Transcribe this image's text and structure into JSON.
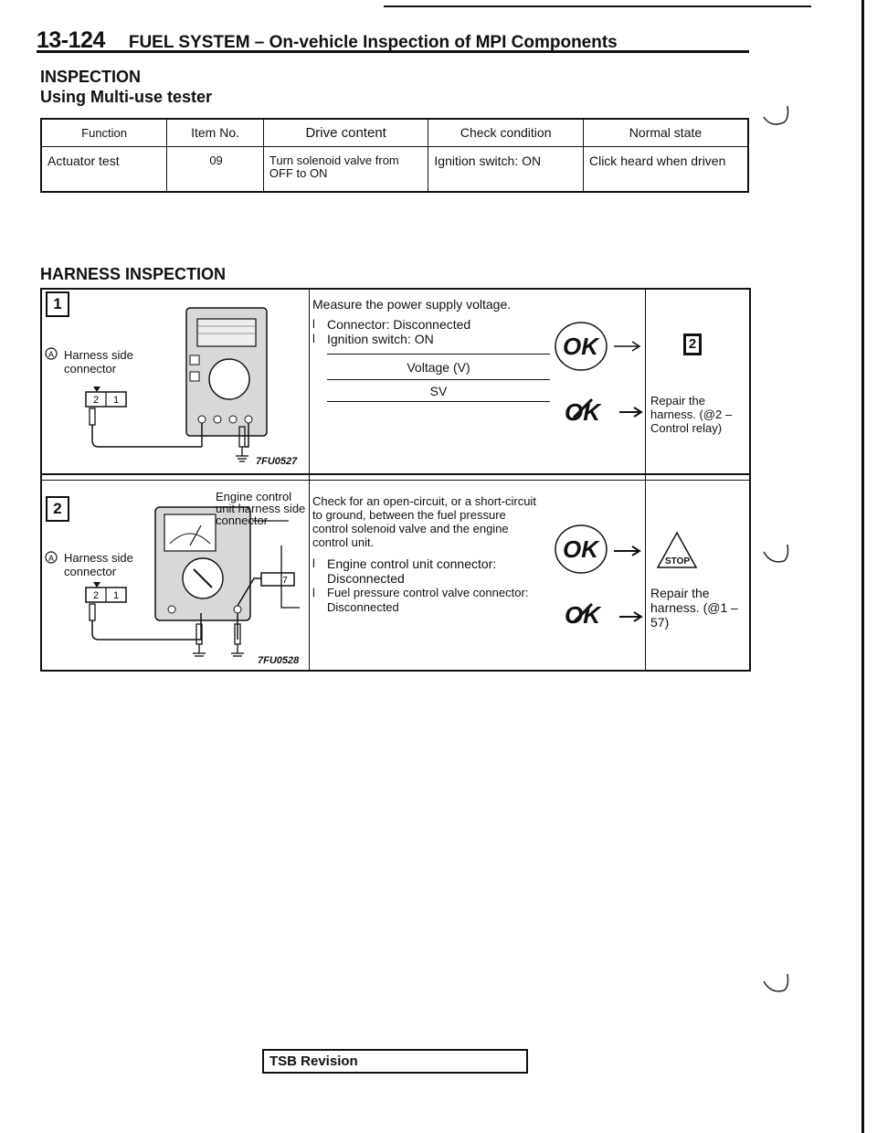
{
  "header": {
    "page_number": "13-124",
    "title": "FUEL SYSTEM – On-vehicle Inspection of MPI Components"
  },
  "section1": {
    "heading": "INSPECTION",
    "subheading": "Using Multi-use tester"
  },
  "function_table": {
    "headers": [
      "Function",
      "Item No.",
      "Drive content",
      "Check condition",
      "Normal state"
    ],
    "rows": [
      [
        "Actuator test",
        "09",
        "Turn solenoid valve from OFF to ON",
        "Ignition switch: ON",
        "Click heard when driven"
      ]
    ]
  },
  "section2": {
    "heading": "HARNESS INSPECTION"
  },
  "step1": {
    "number": "1",
    "connector_label": "Harness side connector",
    "figure_code": "7FU0527",
    "instruction": "Measure the power supply voltage.",
    "conditions": [
      "Connector: Disconnected",
      "Ignition switch: ON"
    ],
    "voltage_header": "Voltage (V)",
    "voltage_value": "SV",
    "ok_label": "OK",
    "ng_label": "OK",
    "ok_result": "2",
    "ng_result": "Repair the harness. (@2 – Control relay)"
  },
  "step2": {
    "number": "2",
    "engine_label": "Engine control unit harness side connector",
    "connector_label": "Harness side connector",
    "figure_code": "7FU0528",
    "instruction": "Check for an open-circuit, or a short-circuit to ground, between the fuel pressure control solenoid valve and the engine control unit.",
    "conditions": [
      "Engine control unit connector: Disconnected",
      "Fuel pressure control valve connector: Disconnected"
    ],
    "ok_label": "OK",
    "ng_label": "OK",
    "ok_result": "STOP",
    "ng_result": "Repair the harness. (@1 – 57)"
  },
  "footer": {
    "tsb": "TSB Revision"
  }
}
